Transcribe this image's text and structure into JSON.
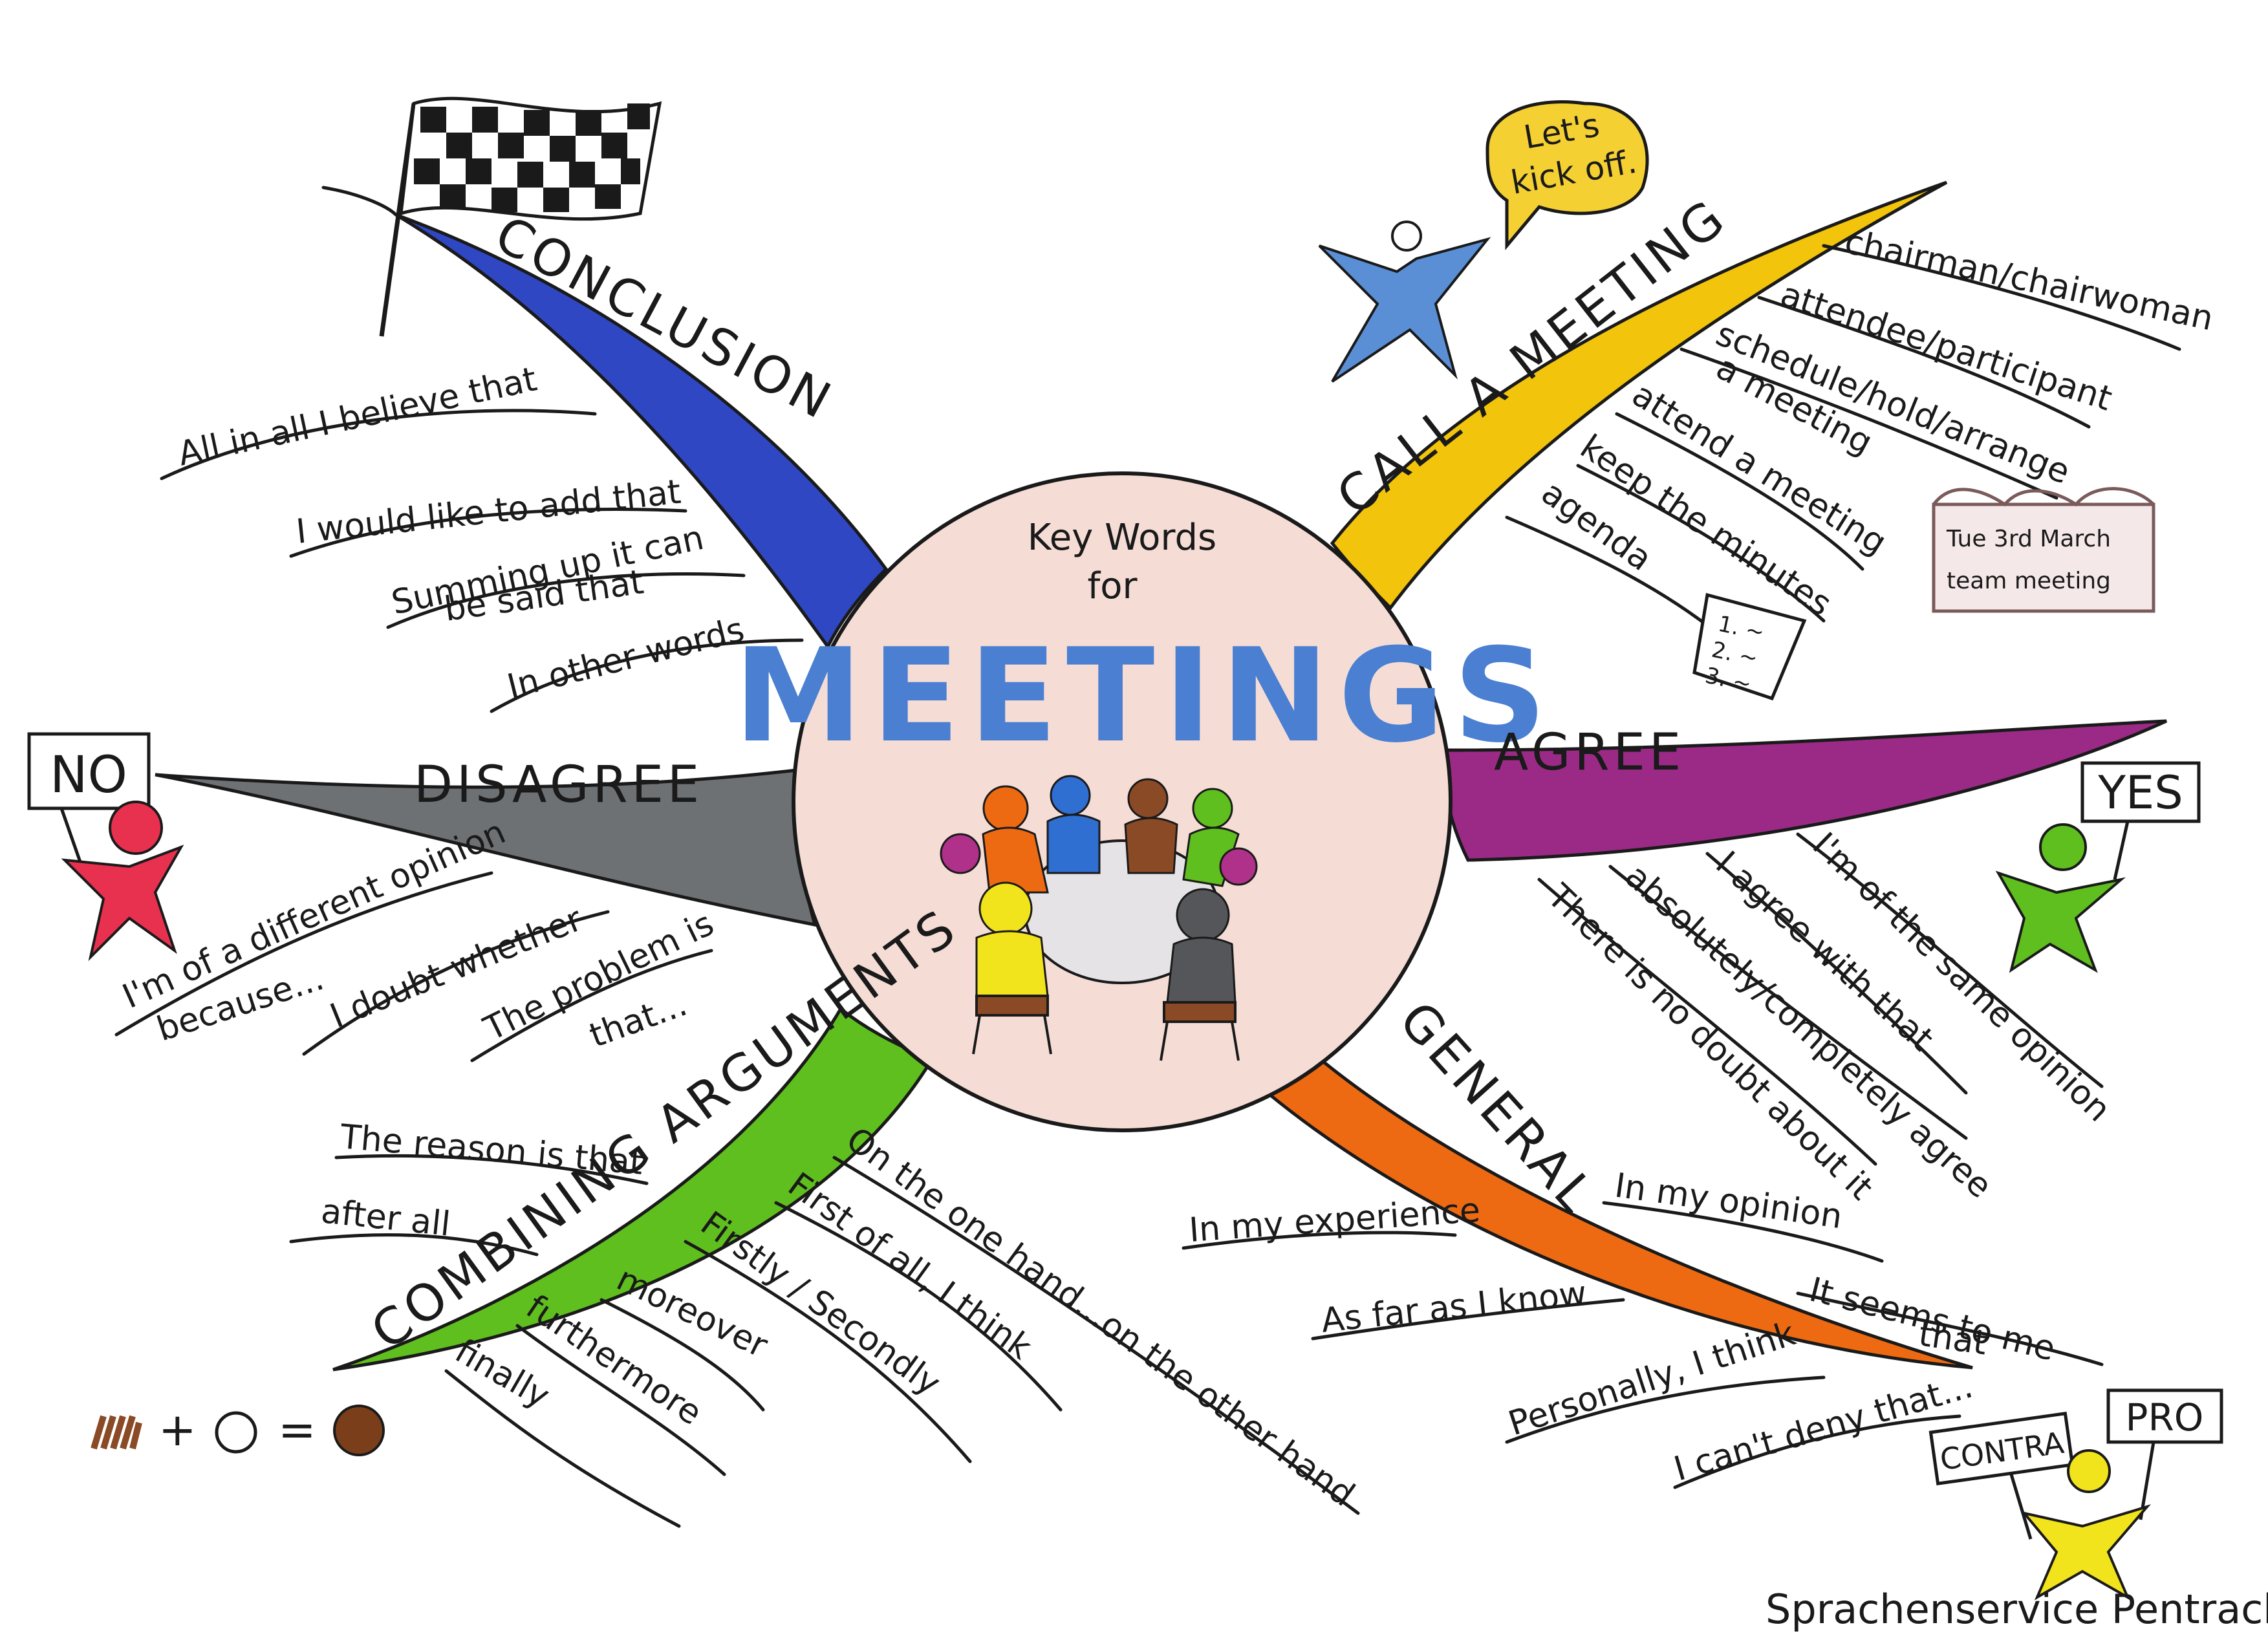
{
  "center": {
    "line1": "Key Words",
    "line2": "for",
    "title": "MEETINGS"
  },
  "branches": {
    "conclusion": {
      "title": "CONCLUSION",
      "color": "#2f47c2",
      "phrases": [
        "All in all I believe that",
        "I would like to add that",
        "Summing up it can",
        "be said that",
        "In other words"
      ]
    },
    "call": {
      "title": "CALL A MEETING",
      "color": "#f2c40c",
      "phrases": [
        "chairman/chairwoman",
        "attendee/participant",
        "schedule/hold/arrange",
        "a meeting",
        "attend a meeting",
        "keep the minutes",
        "agenda"
      ]
    },
    "disagree": {
      "title": "DISAGREE",
      "color": "#6e7173",
      "phrases": [
        "I'm of a different opinion",
        "because...",
        "I doubt whether",
        "The problem is",
        "that..."
      ]
    },
    "agree": {
      "title": "AGREE",
      "color": "#9a2a86",
      "phrases": [
        "I'm of the same opinion",
        "I agree with that",
        "absolutely/completely agree",
        "There is no doubt about it"
      ]
    },
    "combining": {
      "title": "COMBINING ARGUMENTS",
      "color": "#5fbf1e",
      "phrases": [
        "The reason is that",
        "after all",
        "On the one hand...on the other hand",
        "First of all, I think",
        "Firstly / Secondly",
        "moreover",
        "furthermore",
        "finally"
      ]
    },
    "general": {
      "title": "GENERAL",
      "color": "#ee6a12",
      "phrases": [
        "In my opinion",
        "In my experience",
        "As far as I know",
        "It seems to me",
        "that",
        "Personally, I think",
        "I can't deny that..."
      ]
    }
  },
  "decorations": {
    "speech_bubble": [
      "Let's",
      "kick off."
    ],
    "sign_no": "NO",
    "sign_yes": "YES",
    "sign_contra": "CONTRA",
    "sign_pro": "PRO",
    "calendar": [
      "Tue 3rd March",
      "team meeting"
    ],
    "agenda_list": [
      "1. ~",
      "2. ~",
      "3. ~"
    ],
    "equation": [
      "+",
      "="
    ]
  },
  "credit": "Sprachenservice Pentrack"
}
